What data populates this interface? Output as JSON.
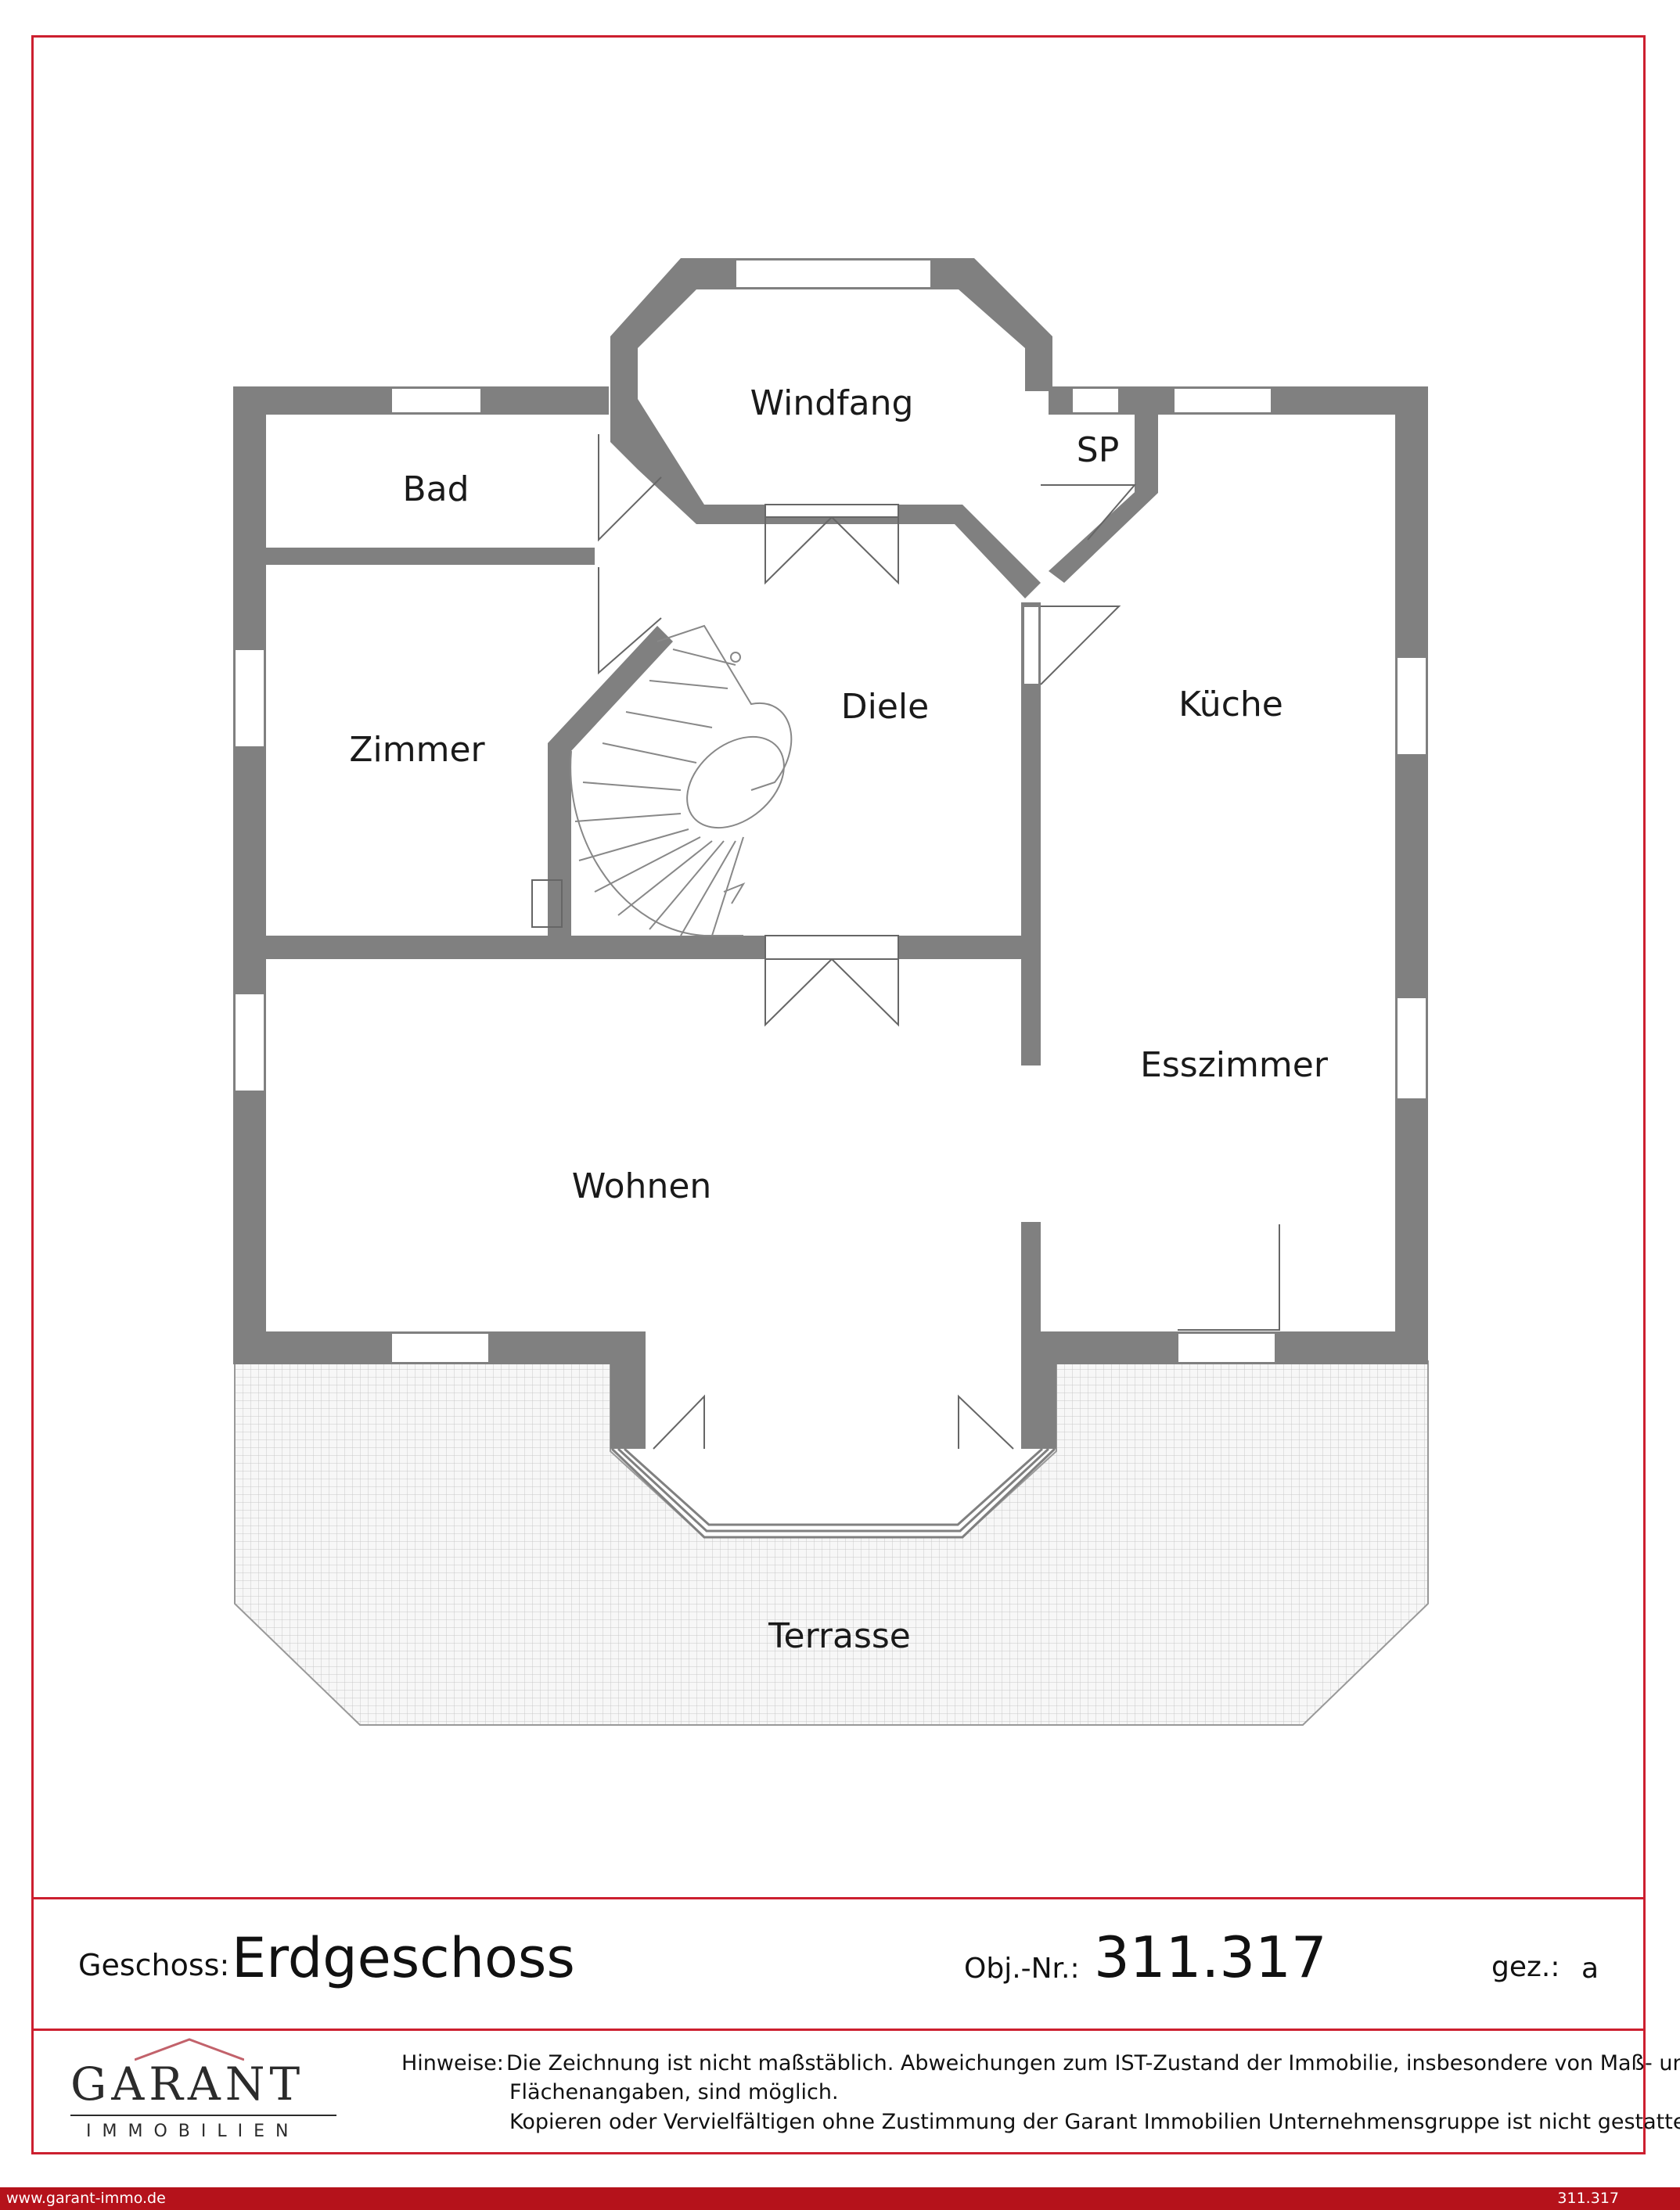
{
  "rooms": {
    "windfang": "Windfang",
    "sp": "SP",
    "bad": "Bad",
    "diele": "Diele",
    "kueche": "Küche",
    "zimmer": "Zimmer",
    "esszimmer": "Esszimmer",
    "wohnen": "Wohnen",
    "terrasse": "Terrasse"
  },
  "title_block": {
    "geschoss_label": "Geschoss:",
    "geschoss_value": "Erdgeschoss",
    "obj_label": "Obj.-Nr.:",
    "obj_value": "311.317",
    "gez_label": "gez.:",
    "gez_value": "a"
  },
  "logo": {
    "main": "GARANT",
    "sub": "IMMOBILIEN"
  },
  "notes": {
    "label": "Hinweise:",
    "line1": "Die Zeichnung ist nicht maßstäblich. Abweichungen zum IST-Zustand der Immobilie, insbesondere von Maß- und",
    "line2": "Flächenangaben, sind möglich.",
    "line3": "Kopieren oder Vervielfältigen ohne Zustimmung der Garant Immobilien Unternehmensgruppe ist nicht gestattet!"
  },
  "footer": {
    "url": "www.garant-immo.de",
    "id": "311.317"
  },
  "colors": {
    "wall": "#808080",
    "frame": "#cc1f2f",
    "footer": "#b5121b",
    "terrace": "#f0f0f0"
  }
}
